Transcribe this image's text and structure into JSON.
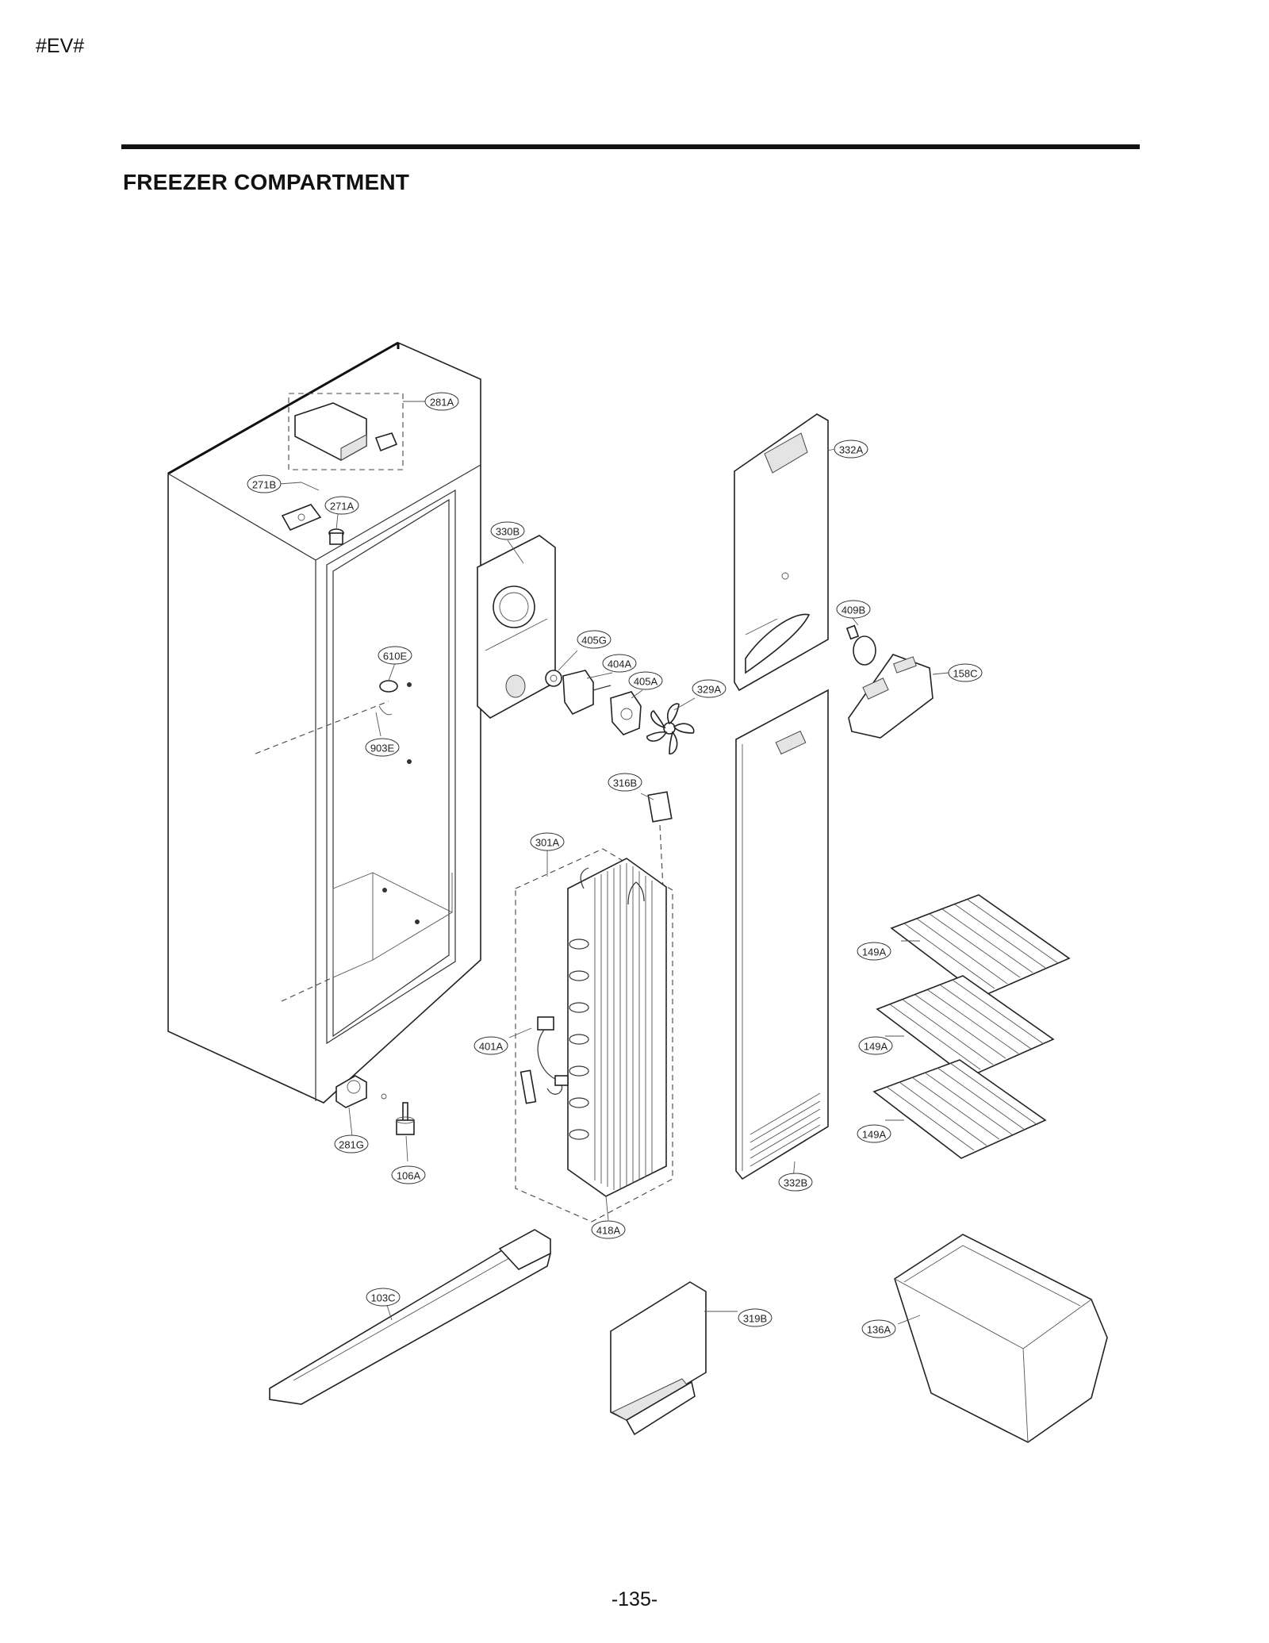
{
  "header": {
    "code": "#EV#",
    "title": "FREEZER COMPARTMENT"
  },
  "footer": {
    "page_number": "-135-"
  },
  "callouts": {
    "c281A": "281A",
    "c271B": "271B",
    "c271A": "271A",
    "c330B": "330B",
    "c332A": "332A",
    "c409B": "409B",
    "c158C": "158C",
    "c405G": "405G",
    "c404A": "404A",
    "c405A": "405A",
    "c329A": "329A",
    "c610E": "610E",
    "c903E": "903E",
    "c316B": "316B",
    "c301A": "301A",
    "c149A_1": "149A",
    "c149A_2": "149A",
    "c149A_3": "149A",
    "c401A": "401A",
    "c281G": "281G",
    "c106A": "106A",
    "c332B": "332B",
    "c418A": "418A",
    "c103C": "103C",
    "c319B": "319B",
    "c136A": "136A"
  }
}
